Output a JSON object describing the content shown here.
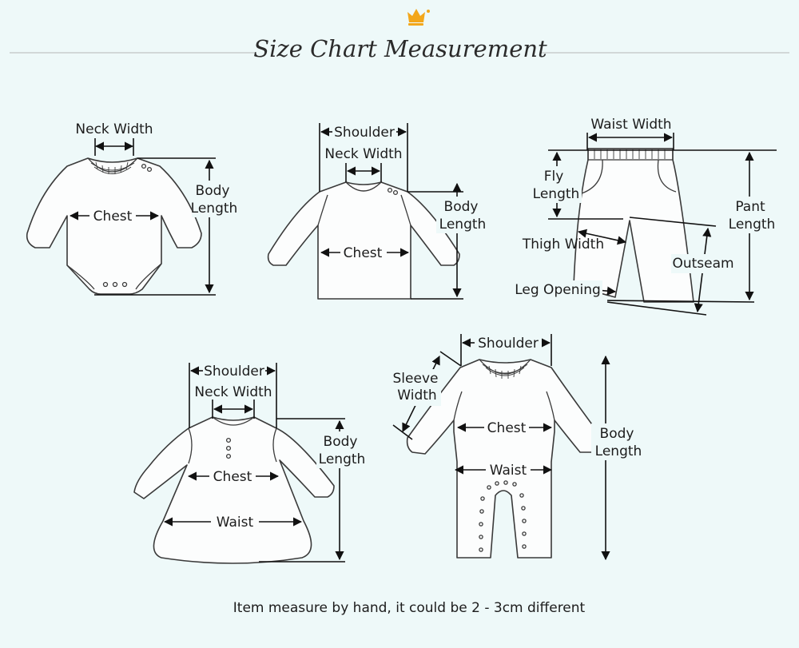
{
  "header": {
    "title": "Size Chart Measurement",
    "crown_icon": "crown-icon",
    "accent_color": "#f3a71b"
  },
  "garments": {
    "bodysuit": {
      "neck_width": "Neck Width",
      "chest": "Chest",
      "body_length_1": "Body",
      "body_length_2": "Length"
    },
    "tshirt": {
      "shoulder": "Shoulder",
      "neck_width": "Neck Width",
      "chest": "Chest",
      "body_length_1": "Body",
      "body_length_2": "Length"
    },
    "pants": {
      "waist_width": "Waist Width",
      "fly_length_1": "Fly",
      "fly_length_2": "Length",
      "pant_length_1": "Pant",
      "pant_length_2": "Length",
      "thigh_width": "Thigh Width",
      "outseam": "Outseam",
      "leg_opening": "Leg Opening"
    },
    "dress": {
      "shoulder": "Shoulder",
      "neck_width": "Neck Width",
      "chest": "Chest",
      "waist": "Waist",
      "body_length_1": "Body",
      "body_length_2": "Length"
    },
    "romper": {
      "shoulder": "Shoulder",
      "sleeve_width_1": "Sleeve",
      "sleeve_width_2": "Width",
      "chest": "Chest",
      "waist": "Waist",
      "body_length_1": "Body",
      "body_length_2": "Length"
    }
  },
  "footer": {
    "note": "Item measure by hand, it could be 2 - 3cm different"
  }
}
